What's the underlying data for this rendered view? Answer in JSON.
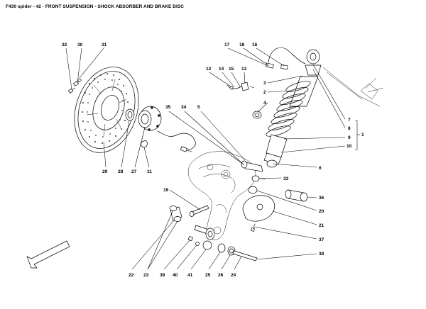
{
  "title": "F430 spider - 42 - FRONT SUSPENSION - SHOCK ABSORBER AND BRAKE DISC",
  "callouts": {
    "c1": "1",
    "c2": "2",
    "c3": "3",
    "c4": "4",
    "c5": "5",
    "c6": "6",
    "c7": "7",
    "c8": "8",
    "c9": "9",
    "c10": "10",
    "c11": "11",
    "c12": "12",
    "c13": "13",
    "c14": "14",
    "c15": "15",
    "c16": "16",
    "c17": "17",
    "c18": "18",
    "c19": "19",
    "c20": "20",
    "c21": "21",
    "c22": "22",
    "c23": "23",
    "c24": "24",
    "c25": "25",
    "c26": "26",
    "c27": "27",
    "c28": "28",
    "c29": "29",
    "c30": "30",
    "c31": "31",
    "c32": "32",
    "c33": "33",
    "c34": "34",
    "c35": "35",
    "c36": "36",
    "c37": "37",
    "c38": "38",
    "c39": "39",
    "c40": "40",
    "c41": "41"
  }
}
